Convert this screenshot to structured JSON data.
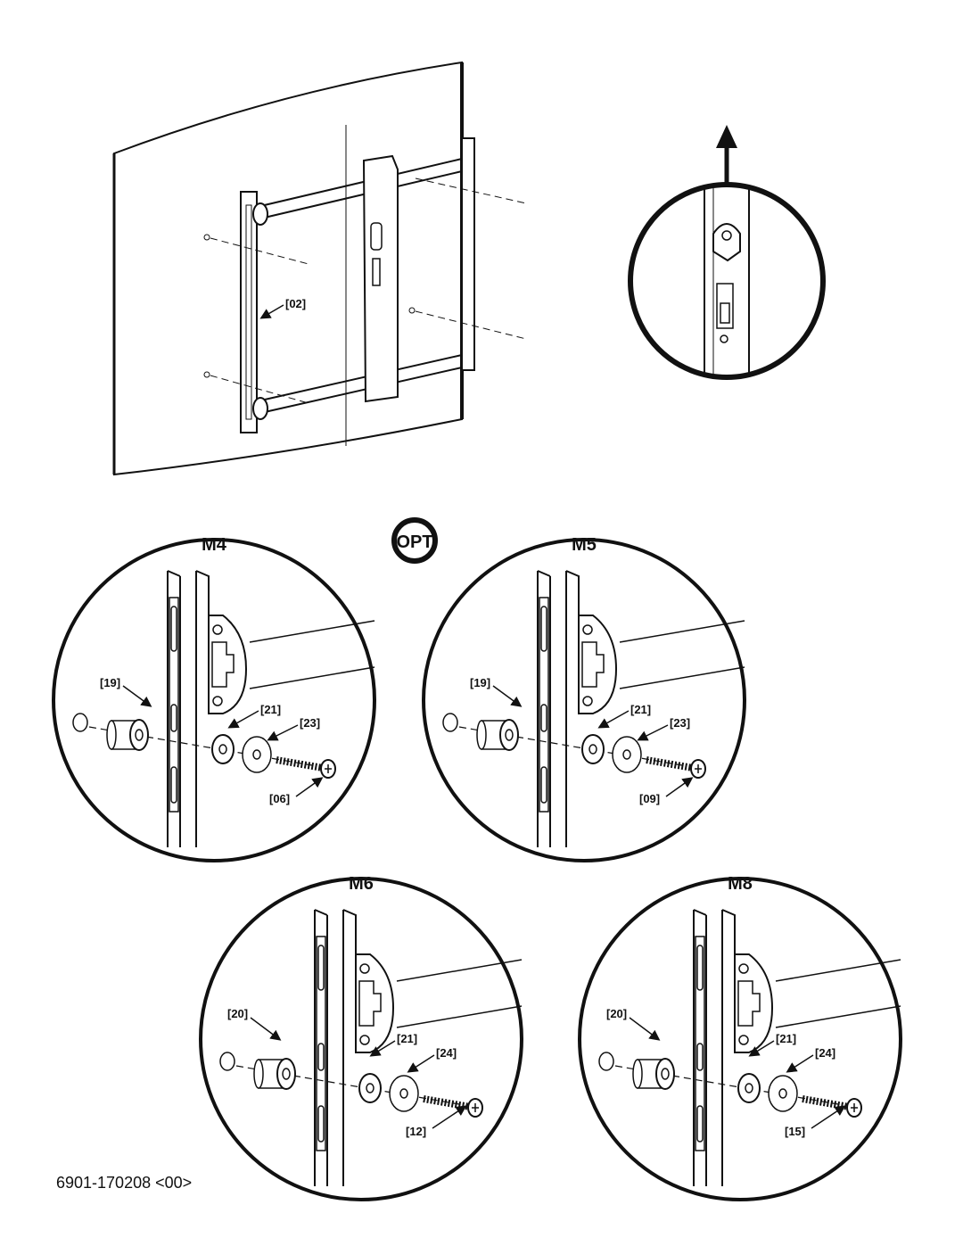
{
  "overview": {
    "bracket_label": "[02]"
  },
  "opt_badge": "OPT",
  "details": [
    {
      "id": "m4",
      "title": "M4",
      "spacer": "[19]",
      "washer": "[21]",
      "washer2": "[23]",
      "screw": "[06]"
    },
    {
      "id": "m5",
      "title": "M5",
      "spacer": "[19]",
      "washer": "[21]",
      "washer2": "[23]",
      "screw": "[09]"
    },
    {
      "id": "m6",
      "title": "M6",
      "spacer": "[20]",
      "washer": "[21]",
      "washer2": "[24]",
      "screw": "[12]"
    },
    {
      "id": "m8",
      "title": "M8",
      "spacer": "[20]",
      "washer": "[21]",
      "washer2": "[24]",
      "screw": "[15]"
    }
  ],
  "footer": "6901-170208 <00>"
}
